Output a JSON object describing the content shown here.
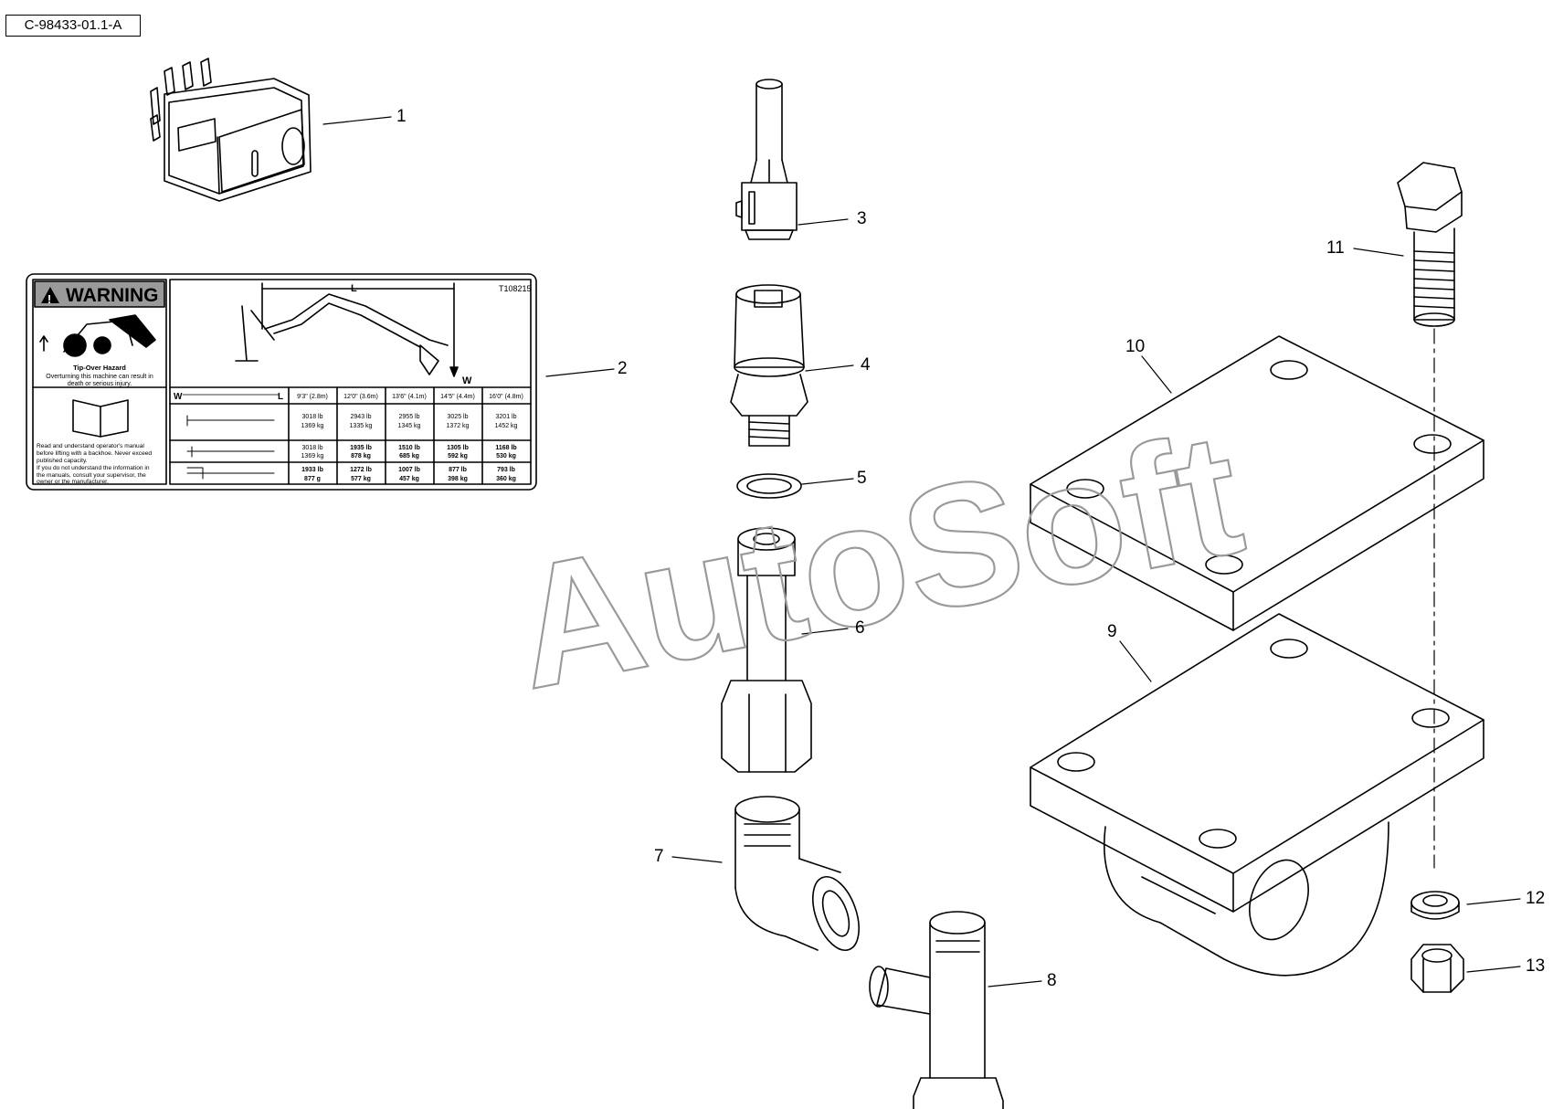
{
  "diagram_code": "C-98433-01.1-A",
  "watermark": "AutoSoft",
  "callouts": [
    "1",
    "2",
    "3",
    "4",
    "5",
    "6",
    "7",
    "8",
    "9",
    "10",
    "11",
    "12",
    "13"
  ],
  "decal": {
    "warning": "WARNING",
    "part_number": "T108215",
    "dim_L": "L",
    "dim_W": "W",
    "hazard_title": "Tip-Over Hazard",
    "hazard_line1": "Overturning this machine can result in",
    "hazard_line2": "death or serious injury.",
    "manual_lines": [
      "Read and understand operator's manual",
      "before lifting with a backhoe. Never exceed",
      "published capacity.",
      "If you do not understand the information in",
      "the manuals, consult your supervisor, the",
      "owner or the manufacturer."
    ],
    "table": {
      "col_w": "W",
      "col_l": "L",
      "headers": [
        "9'3\" (2.8m)",
        "12'0\" (3.6m)",
        "13'6\" (4.1m)",
        "14'5\" (4.4m)",
        "16'0\" (4.8m)"
      ],
      "rows": [
        {
          "lb": [
            "3018 lb",
            "2943 lb",
            "2955 lb",
            "3025 lb",
            "3201 lb"
          ],
          "kg": [
            "1369 kg",
            "1335 kg",
            "1345 kg",
            "1372 kg",
            "1452 kg"
          ]
        },
        {
          "lb": [
            "3018 lb",
            "1935 lb",
            "1510 lb",
            "1305 lb",
            "1168 lb"
          ],
          "kg": [
            "1369 kg",
            "878 kg",
            "685 kg",
            "592 kg",
            "530 kg"
          ]
        },
        {
          "lb": [
            "1933 lb",
            "1272 lb",
            "1007 lb",
            "877 lb",
            "793 lb"
          ],
          "kg": [
            "877 g",
            "577 kg",
            "457 kg",
            "398 kg",
            "360 kg"
          ]
        }
      ]
    }
  }
}
